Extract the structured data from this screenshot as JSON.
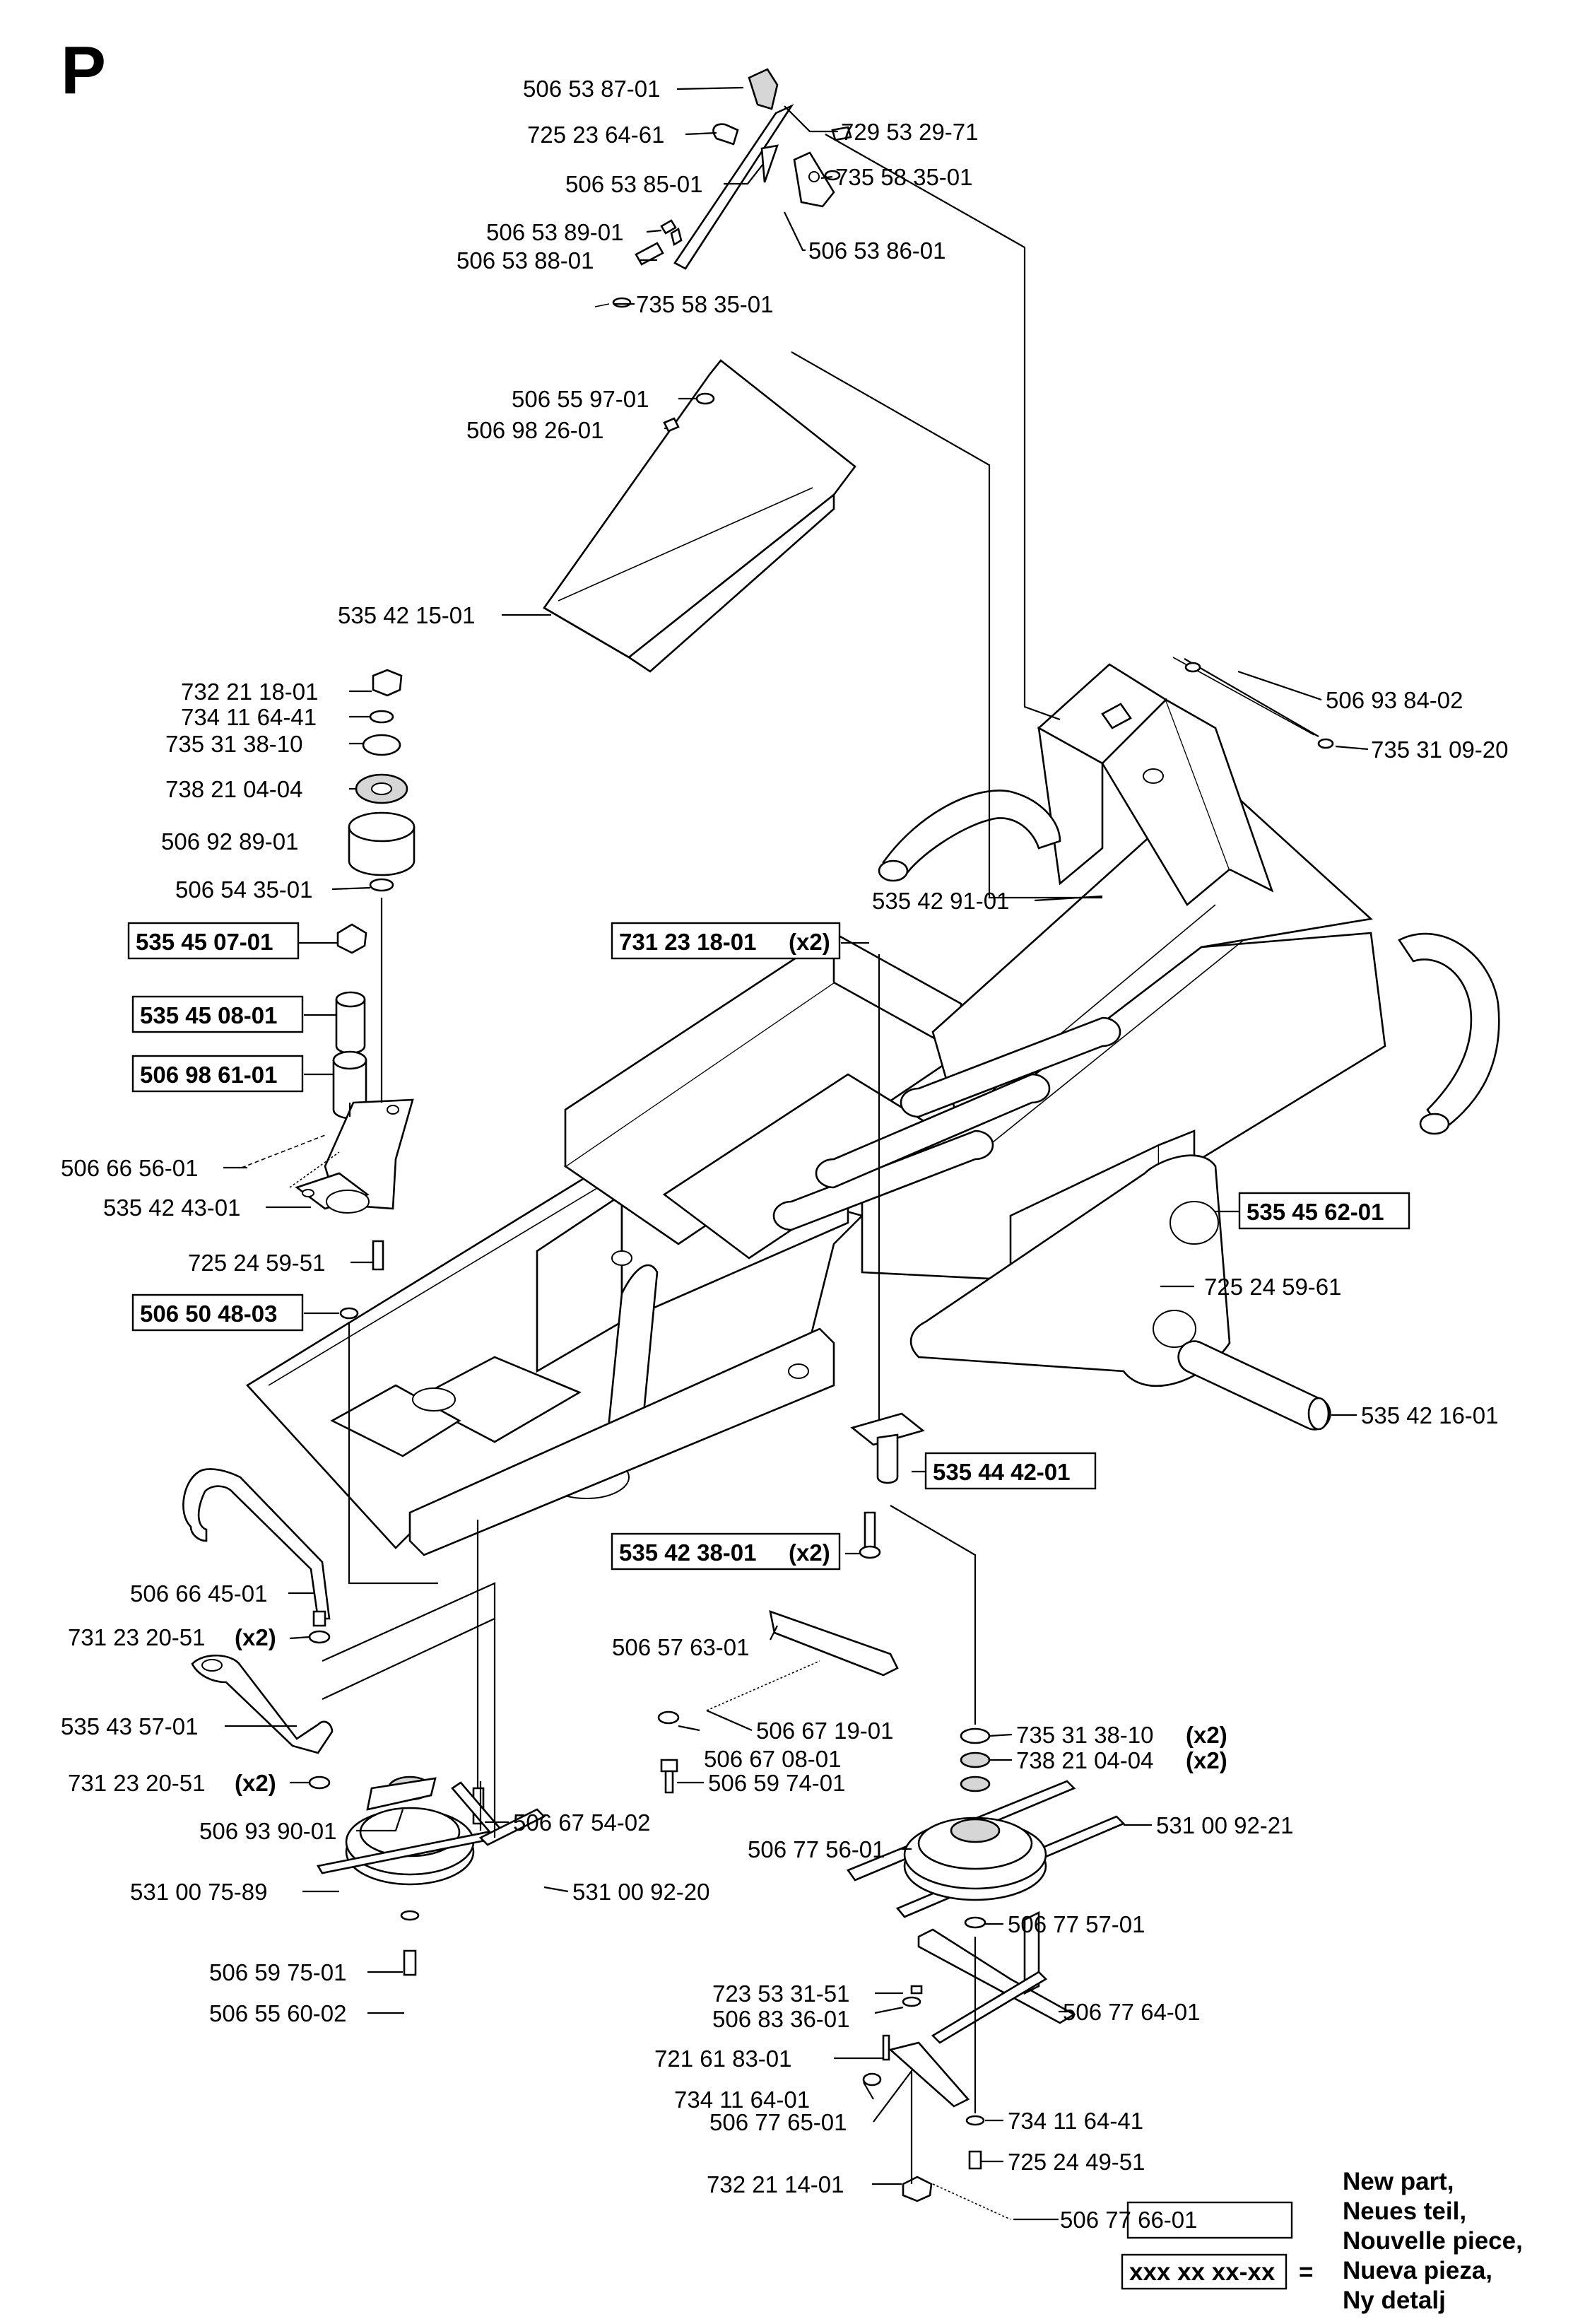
{
  "page_letter": "P",
  "callouts": [
    {
      "id": "506 53 87-01",
      "text": "506 53 87-01"
    },
    {
      "id": "725 23 64-61",
      "text": "725 23 64-61"
    },
    {
      "id": "729 53 29-71",
      "text": "729 53 29-71"
    },
    {
      "id": "506 53 85-01",
      "text": "506 53 85-01"
    },
    {
      "id": "735 58 35-01a",
      "text": "735 58 35-01"
    },
    {
      "id": "506 53 89-01",
      "text": "506 53 89-01"
    },
    {
      "id": "506 53 86-01",
      "text": "506 53 86-01"
    },
    {
      "id": "506 53 88-01",
      "text": "506 53 88-01"
    },
    {
      "id": "735 58 35-01b",
      "text": "735 58 35-01"
    },
    {
      "id": "506 55 97-01",
      "text": "506 55 97-01"
    },
    {
      "id": "506 98 26-01",
      "text": "506 98 26-01"
    },
    {
      "id": "535 42 15-01",
      "text": "535 42 15-01"
    },
    {
      "id": "732 21 18-01",
      "text": "732 21 18-01"
    },
    {
      "id": "734 11 64-41a",
      "text": "734 11 64-41"
    },
    {
      "id": "735 31 38-10a",
      "text": "735 31 38-10"
    },
    {
      "id": "738 21 04-04a",
      "text": "738 21 04-04"
    },
    {
      "id": "506 92 89-01",
      "text": "506 92 89-01"
    },
    {
      "id": "506 54 35-01",
      "text": "506 54 35-01"
    },
    {
      "id": "506 93 84-02",
      "text": "506 93 84-02"
    },
    {
      "id": "735 31 09-20",
      "text": "735 31 09-20"
    },
    {
      "id": "535 42 91-01",
      "text": "535 42 91-01"
    },
    {
      "id": "535 45 07-01",
      "text": "535 45 07-01",
      "new": true
    },
    {
      "id": "731 23 18-01",
      "text": "731 23 18-01",
      "qty": "(x2)",
      "new": true
    },
    {
      "id": "535 45 08-01",
      "text": "535 45 08-01",
      "new": true
    },
    {
      "id": "506 98 61-01",
      "text": "506 98 61-01",
      "new": true
    },
    {
      "id": "506 66 56-01",
      "text": "506 66 56-01"
    },
    {
      "id": "535 42 43-01",
      "text": "535 42 43-01"
    },
    {
      "id": "535 45 62-01",
      "text": "535 45 62-01",
      "new": true
    },
    {
      "id": "725 24 59-51",
      "text": "725 24 59-51"
    },
    {
      "id": "725 24 59-61",
      "text": "725 24 59-61"
    },
    {
      "id": "506 50 48-03",
      "text": "506 50 48-03",
      "new": true
    },
    {
      "id": "535 42 16-01",
      "text": "535 42 16-01"
    },
    {
      "id": "535 44 42-01",
      "text": "535 44 42-01",
      "new": true
    },
    {
      "id": "535 42 38-01",
      "text": "535 42 38-01",
      "qty": "(x2)",
      "new": true
    },
    {
      "id": "506 66 45-01",
      "text": "506 66 45-01"
    },
    {
      "id": "731 23 20-51a",
      "text": "731 23 20-51",
      "qty": "(x2)"
    },
    {
      "id": "506 57 63-01",
      "text": "506 57 63-01"
    },
    {
      "id": "535 43 57-01",
      "text": "535 43 57-01"
    },
    {
      "id": "506 67 19-01",
      "text": "506 67 19-01"
    },
    {
      "id": "735 31 38-10b",
      "text": "735 31 38-10",
      "qty": "(x2)"
    },
    {
      "id": "506 67 08-01",
      "text": "506 67 08-01"
    },
    {
      "id": "738 21 04-04b",
      "text": "738 21 04-04",
      "qty": "(x2)"
    },
    {
      "id": "731 23 20-51b",
      "text": "731 23 20-51",
      "qty": "(x2)"
    },
    {
      "id": "506 59 74-01",
      "text": "506 59 74-01"
    },
    {
      "id": "506 67 54-02",
      "text": "506 67 54-02"
    },
    {
      "id": "506 93 90-01",
      "text": "506 93 90-01"
    },
    {
      "id": "506 77 56-01",
      "text": "506 77 56-01"
    },
    {
      "id": "531 00 92-21",
      "text": "531 00 92-21"
    },
    {
      "id": "531 00 75-89",
      "text": "531 00 75-89"
    },
    {
      "id": "531 00 92-20",
      "text": "531 00 92-20"
    },
    {
      "id": "506 77 57-01",
      "text": "506 77 57-01"
    },
    {
      "id": "506 59 75-01",
      "text": "506 59 75-01"
    },
    {
      "id": "506 55 60-02",
      "text": "506 55 60-02"
    },
    {
      "id": "723 53 31-51",
      "text": "723 53 31-51"
    },
    {
      "id": "506 83 36-01",
      "text": "506 83 36-01"
    },
    {
      "id": "506 77 64-01",
      "text": "506 77 64-01"
    },
    {
      "id": "721 61 83-01",
      "text": "721 61 83-01"
    },
    {
      "id": "734 11 64-01",
      "text": "734 11 64-01"
    },
    {
      "id": "734 11 64-41b",
      "text": "734 11 64-41"
    },
    {
      "id": "506 77 65-01",
      "text": "506 77 65-01"
    },
    {
      "id": "725 24 49-51",
      "text": "725 24 49-51"
    },
    {
      "id": "732 21 14-01",
      "text": "732 21 14-01"
    },
    {
      "id": "506 77 66-01",
      "text": "506 77 66-01"
    }
  ],
  "legend": {
    "lines": [
      "New part,",
      "Neues teil,",
      "Nouvelle piece,",
      "Nueva pieza,",
      "Ny detalj"
    ],
    "box_text": "xxx xx xx-xx",
    "equals": "="
  }
}
